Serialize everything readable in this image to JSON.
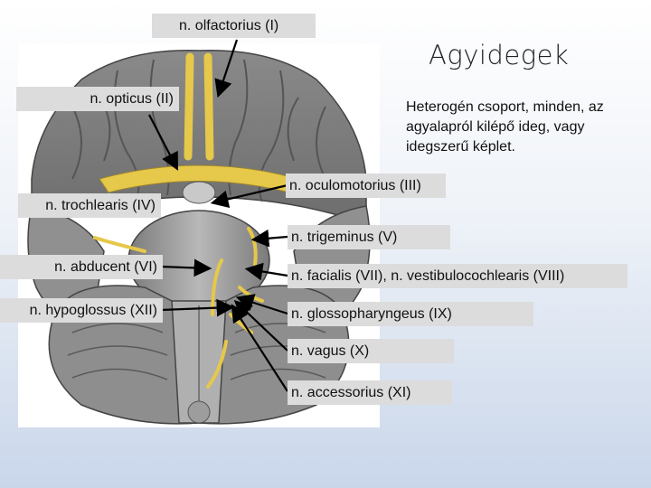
{
  "slide": {
    "title": "Agyidegek",
    "description": "Heterogén csoport, minden, az agyalapról kilépő ideg, vagy idegszerű képlet."
  },
  "labels": {
    "olfactorius": "n. olfactorius (I)",
    "opticus": "n. opticus (II)",
    "oculomotorius": "n. oculomotorius (III)",
    "trochlearis": "n. trochlearis (IV)",
    "trigeminus": "n. trigeminus (V)",
    "abducent": "n. abducent (VI)",
    "facialis": "n. facialis (VII), n. vestibulocochlearis (VIII)",
    "hypoglossus": "n. hypoglossus (XII)",
    "glossopharyngeus": "n. glossopharyngeus (IX)",
    "vagus": "n. vagus (X)",
    "accessorius": "n. accessorius (XI)"
  },
  "colors": {
    "label_background": "#dcdcdc",
    "nerve_yellow": "#e6c84a",
    "tissue_gray": "#9a9a9a",
    "arrow": "#000000"
  }
}
